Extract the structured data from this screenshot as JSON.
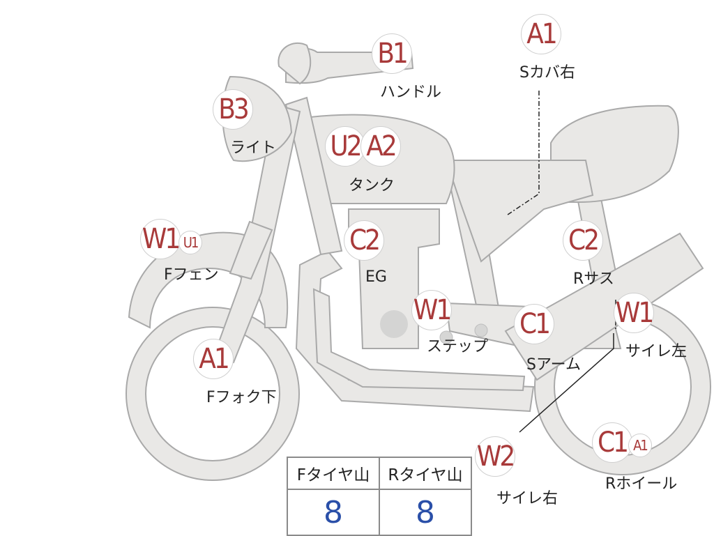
{
  "markers": {
    "shock_cover_right": {
      "code": "A1",
      "label": "Sカバ右"
    },
    "handle": {
      "code": "B1",
      "label": "ハンドル"
    },
    "light": {
      "code": "B3",
      "label": "ライト"
    },
    "tank": {
      "codes": [
        "U2",
        "A2"
      ],
      "label": "タンク"
    },
    "front_fender": {
      "codes": [
        "W1",
        "U1"
      ],
      "label": "Fフェン"
    },
    "engine": {
      "code": "C2",
      "label": "EG"
    },
    "rear_suspension": {
      "code": "C2",
      "label": "Rサス"
    },
    "step": {
      "code": "W1",
      "label": "ステップ"
    },
    "swing_arm": {
      "code": "C1",
      "label": "Sアーム"
    },
    "muffler_left": {
      "code": "W1",
      "label": "サイレ左"
    },
    "front_fork_lower": {
      "code": "A1",
      "label": "Fフォク下"
    },
    "muffler_right": {
      "code": "W2",
      "label": "サイレ右"
    },
    "rear_wheel": {
      "codes": [
        "C1",
        "A1"
      ],
      "label": "Rホイール"
    }
  },
  "tire_tread": {
    "headers": [
      "Fタイヤ山",
      "Rタイヤ山"
    ],
    "values": [
      "8",
      "8"
    ]
  },
  "colors": {
    "code_text": "#a83a3a",
    "tread_value": "#2a4fa8",
    "bike_fill": "#e9e8e6"
  }
}
